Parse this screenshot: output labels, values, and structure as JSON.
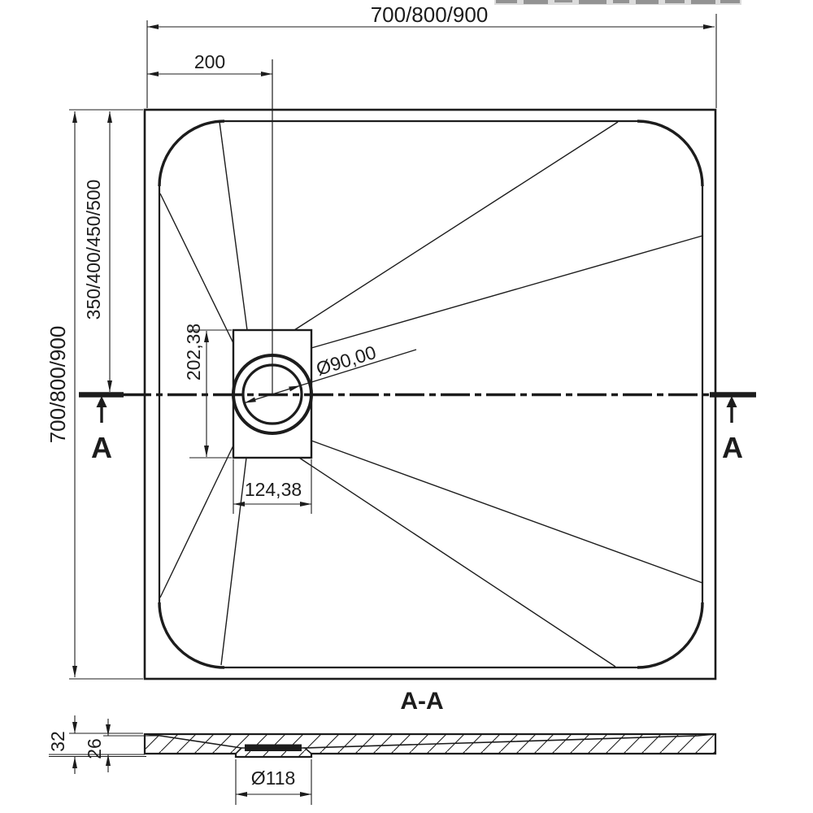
{
  "drawing": {
    "top_view": {
      "overall_width": "700/800/900",
      "overall_height": "700/800/900",
      "drain_offset_x": "200",
      "drain_offset_y": "350/400/450/500",
      "drain_box_height": "202,38",
      "drain_box_width": "124,38",
      "drain_diameter": "Ø90,00",
      "section_label_left": "A",
      "section_label_right": "A"
    },
    "section_view": {
      "title": "A-A",
      "overall_thickness": "32",
      "tray_depth": "26",
      "drain_hole_diameter": "Ø118"
    },
    "colors": {
      "line": "#1c1c1c",
      "background": "#ffffff",
      "artifact_gray": "#9a9a9a"
    }
  }
}
